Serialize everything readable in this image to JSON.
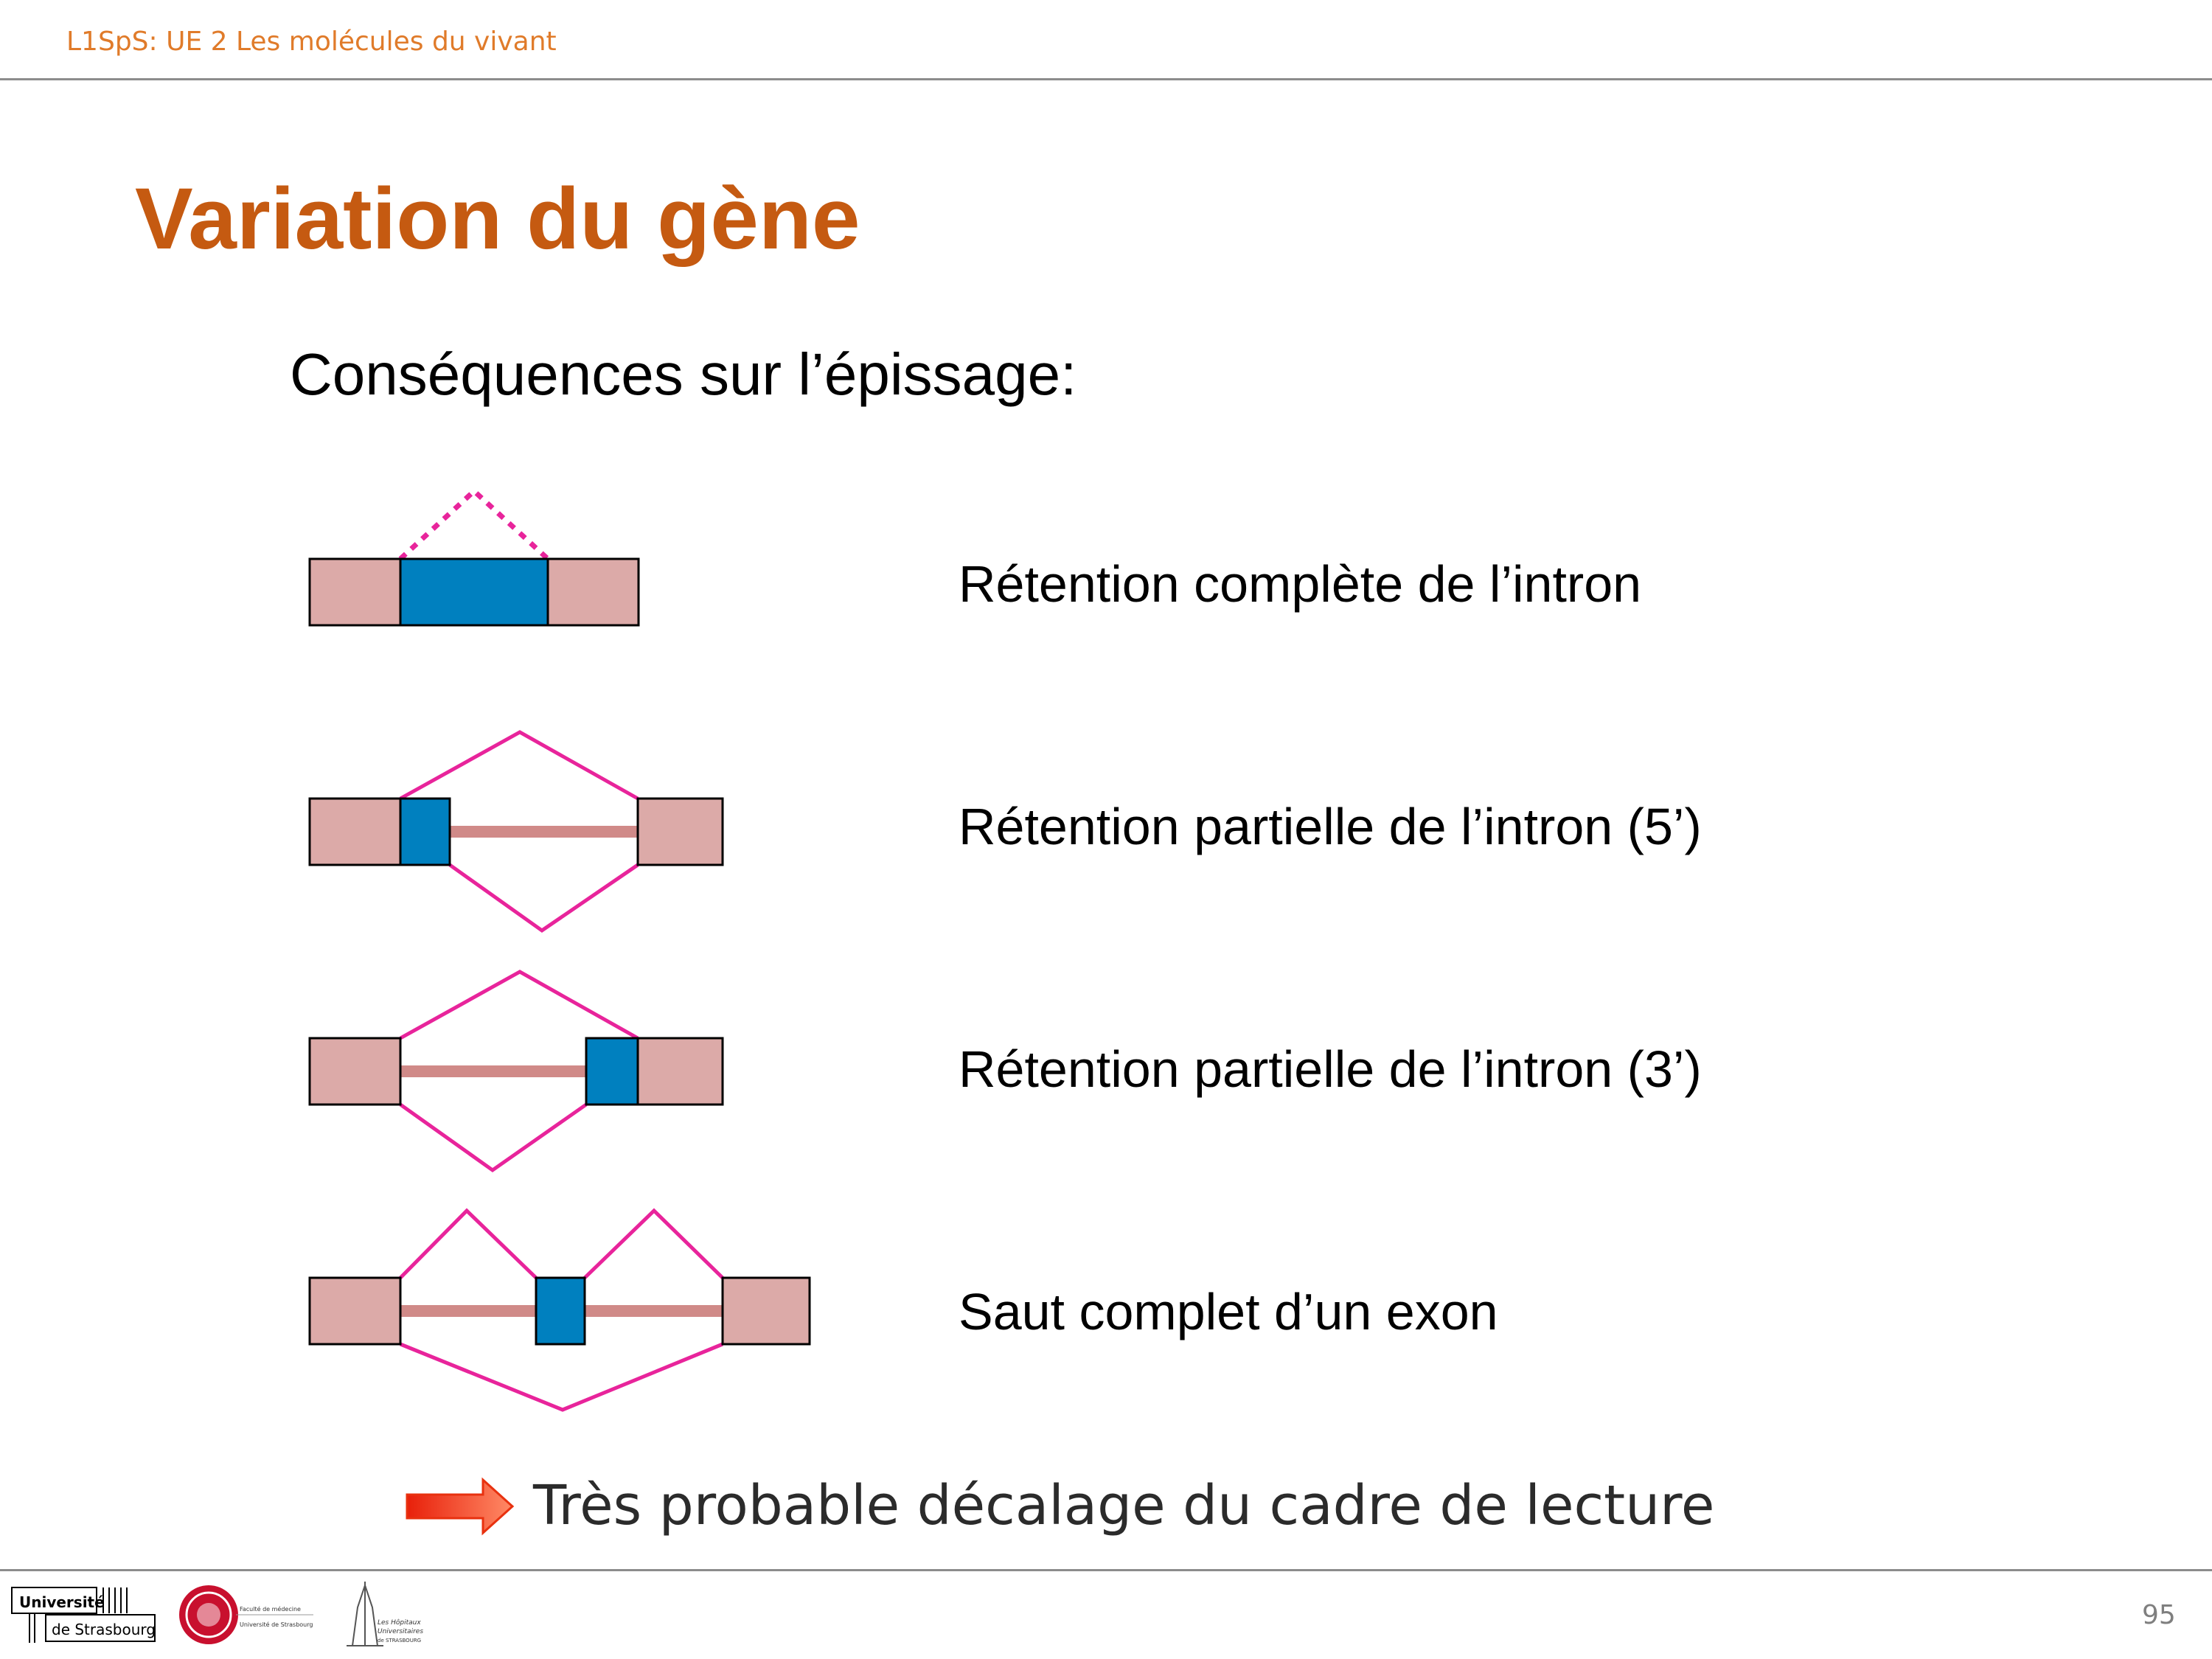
{
  "header": {
    "course": "L1SpS: UE 2 Les molécules du vivant"
  },
  "slide": {
    "title": "Variation du gène",
    "subtitle": "Conséquences sur l’épissage:",
    "rows": [
      {
        "label": "Rétention complète de l’intron"
      },
      {
        "label": "Rétention partielle de l’intron (5’)"
      },
      {
        "label": "Rétention partielle de l’intron (3’)"
      },
      {
        "label": "Saut complet d’un exon"
      }
    ],
    "conclusion": "Très probable décalage du cadre de lecture"
  },
  "footer": {
    "page_number": "95",
    "logos": [
      {
        "icon": "universite-strasbourg-logo",
        "line1": "Université",
        "line2": "de Strasbourg"
      },
      {
        "icon": "faculte-medecine-seal-logo",
        "line1": "Faculté de médecine",
        "line2": "Université de Strasbourg"
      },
      {
        "icon": "hopitaux-universitaires-logo",
        "line1": "Les Hôpitaux",
        "line2": "Universitaires",
        "line3": "de STRASBOURG"
      }
    ]
  },
  "colors": {
    "title": "#c55a11",
    "header": "#e07b2a",
    "exon": "#dcaaa8",
    "retained": "#0080bf",
    "splice": "#e8249b",
    "intron": "#d08a88",
    "arrow": "#ff3b1a"
  }
}
